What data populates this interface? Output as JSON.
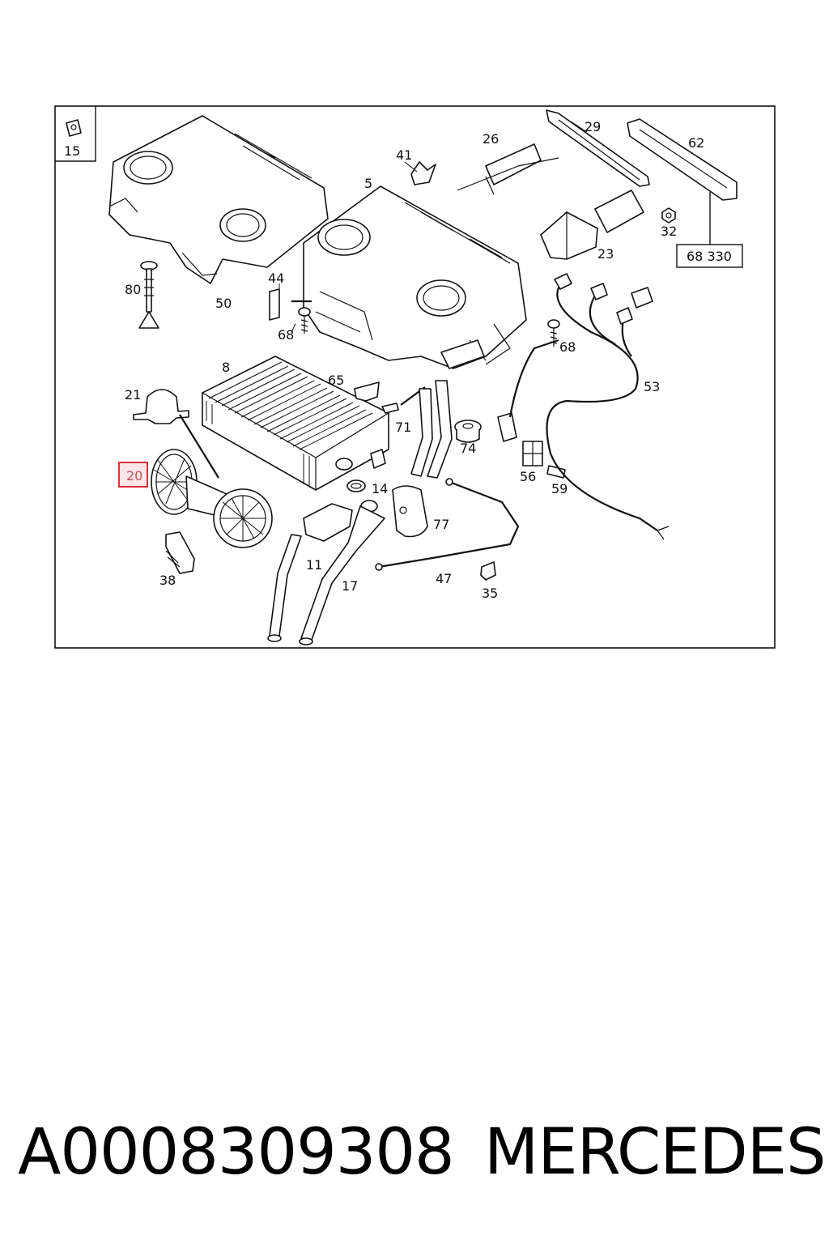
{
  "diagram": {
    "corner_box_label": "15",
    "reference_box_label": "68 330",
    "highlighted_label": "20",
    "highlight_color": "#d9303a",
    "labels": {
      "l29": "29",
      "l62": "62",
      "l26": "26",
      "l41": "41",
      "l5": "5",
      "l32": "32",
      "l23": "23",
      "l80": "80",
      "l50": "50",
      "l44": "44",
      "l68a": "68",
      "l68b": "68",
      "l8": "8",
      "l65": "65",
      "l53": "53",
      "l21": "21",
      "l71": "71",
      "l74": "74",
      "l56": "56",
      "l59": "59",
      "l14": "14",
      "l77": "77",
      "l11": "11",
      "l38": "38",
      "l17": "17",
      "l47": "47",
      "l35": "35"
    }
  },
  "caption": {
    "part_number": "A0008309308",
    "brand": "MERCEDES"
  }
}
